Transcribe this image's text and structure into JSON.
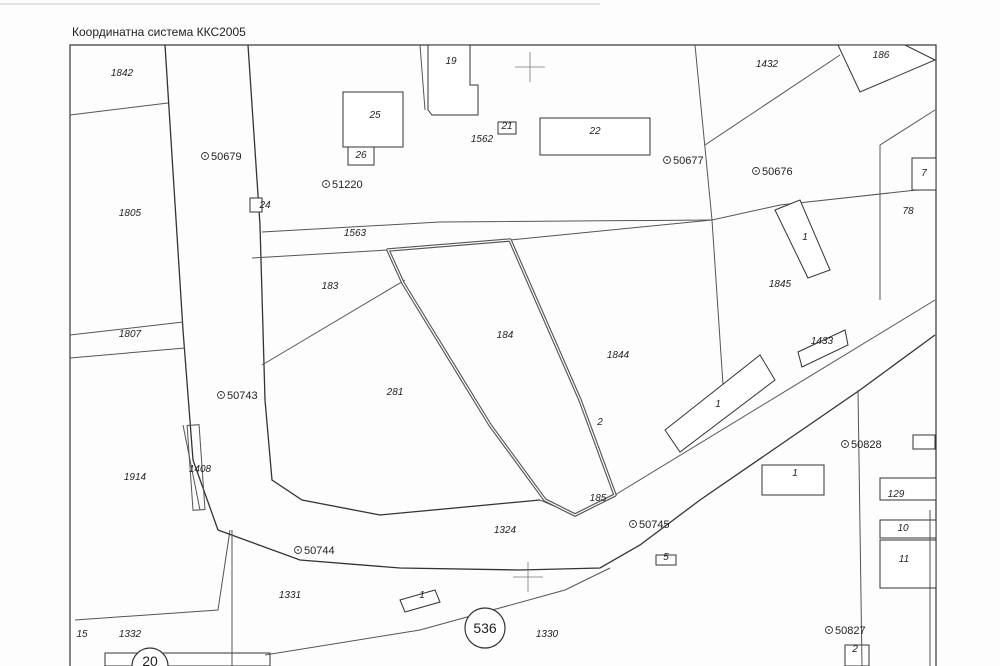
{
  "map": {
    "coord_system": "Координатна система ККС2005",
    "sheet_number": "536",
    "parcels": [
      {
        "id": "p1842",
        "text": "1842"
      },
      {
        "id": "p19",
        "text": "19"
      },
      {
        "id": "p1432",
        "text": "1432"
      },
      {
        "id": "p186",
        "text": "186"
      },
      {
        "id": "p25",
        "text": "25"
      },
      {
        "id": "p26",
        "text": "26"
      },
      {
        "id": "p21",
        "text": "21"
      },
      {
        "id": "p1562",
        "text": "1562"
      },
      {
        "id": "p22",
        "text": "22"
      },
      {
        "id": "p7",
        "text": "7"
      },
      {
        "id": "p78",
        "text": "78"
      },
      {
        "id": "p1805",
        "text": "1805"
      },
      {
        "id": "p24",
        "text": "24"
      },
      {
        "id": "p1563",
        "text": "1563"
      },
      {
        "id": "p1",
        "text": "1"
      },
      {
        "id": "p183",
        "text": "183"
      },
      {
        "id": "p1845",
        "text": "1845"
      },
      {
        "id": "p184",
        "text": "184"
      },
      {
        "id": "p1807",
        "text": "1807"
      },
      {
        "id": "p1433",
        "text": "1433"
      },
      {
        "id": "p1844",
        "text": "1844"
      },
      {
        "id": "p281",
        "text": "281"
      },
      {
        "id": "p1b",
        "text": "1"
      },
      {
        "id": "p2",
        "text": "2"
      },
      {
        "id": "p1914",
        "text": "1914"
      },
      {
        "id": "p1408",
        "text": "1408"
      },
      {
        "id": "p1c",
        "text": "1"
      },
      {
        "id": "p129",
        "text": "129"
      },
      {
        "id": "p185",
        "text": "185"
      },
      {
        "id": "p1324",
        "text": "1324"
      },
      {
        "id": "p10",
        "text": "10"
      },
      {
        "id": "p11",
        "text": "11"
      },
      {
        "id": "p5",
        "text": "5"
      },
      {
        "id": "p1331",
        "text": "1331"
      },
      {
        "id": "p1d",
        "text": "1"
      },
      {
        "id": "p15",
        "text": "15"
      },
      {
        "id": "p1332",
        "text": "1332"
      },
      {
        "id": "p1330",
        "text": "1330"
      },
      {
        "id": "p20",
        "text": "20"
      },
      {
        "id": "p2b",
        "text": "2"
      }
    ],
    "survey_points": [
      {
        "id": "sp50679",
        "text": "50679"
      },
      {
        "id": "sp51220",
        "text": "51220"
      },
      {
        "id": "sp50677",
        "text": "50677"
      },
      {
        "id": "sp50676",
        "text": "50676"
      },
      {
        "id": "sp50743",
        "text": "50743"
      },
      {
        "id": "sp50828",
        "text": "50828"
      },
      {
        "id": "sp50745",
        "text": "50745"
      },
      {
        "id": "sp50744",
        "text": "50744"
      },
      {
        "id": "sp50827",
        "text": "50827"
      }
    ]
  }
}
